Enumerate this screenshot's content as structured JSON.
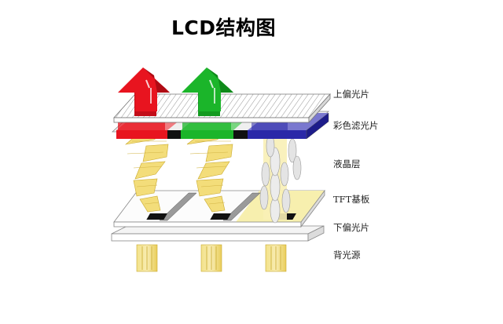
{
  "title": "LCD结构图",
  "layers": [
    {
      "name": "upper-polarizer",
      "label": "上偏光片"
    },
    {
      "name": "color-filter",
      "label": "彩色滤光片"
    },
    {
      "name": "liquid-crystal",
      "label": "液晶层"
    },
    {
      "name": "tft-substrate",
      "label": "TFT基板"
    },
    {
      "name": "lower-polarizer",
      "label": "下偏光片"
    },
    {
      "name": "backlight",
      "label": "背光源"
    }
  ],
  "colors": {
    "red": "#e8141f",
    "green": "#1bb52a",
    "blue": "#2a28a8",
    "light_yellow": "#f6efb0",
    "dark_yellow": "#e7c94a",
    "black_matrix": "#111111",
    "panel_edge": "#888888"
  },
  "output_arrows": [
    {
      "color": "red"
    },
    {
      "color": "green"
    }
  ]
}
